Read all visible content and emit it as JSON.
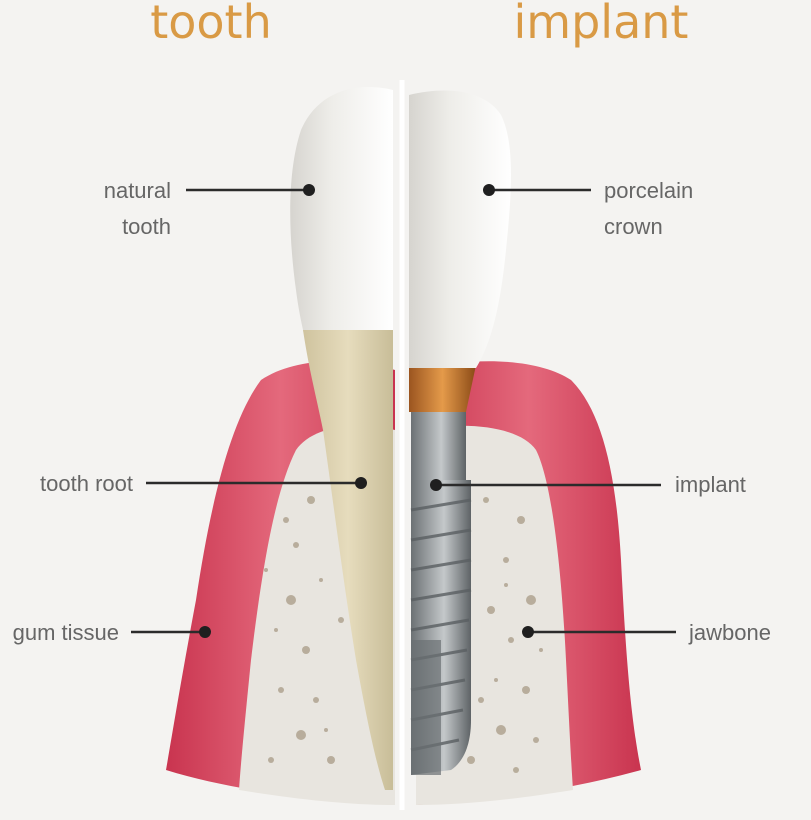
{
  "headings": {
    "implant": "implant",
    "tooth": "tooth"
  },
  "labels": {
    "porcelain_crown_1": "porcelain",
    "porcelain_crown_2": "crown",
    "natural_tooth_1": "natural",
    "natural_tooth_2": "tooth",
    "implant": "implant",
    "tooth_root": "tooth root",
    "jawbone": "jawbone",
    "gum_tissue": "gum tissue"
  },
  "colors": {
    "heading": "#d99a45",
    "gum": "#d9445f",
    "bone": "#e6e2dc",
    "crown": "#f0efeb",
    "root": "#ddd3b3",
    "abutment": "#c9742a",
    "implant_metal": "#8a8e91"
  }
}
